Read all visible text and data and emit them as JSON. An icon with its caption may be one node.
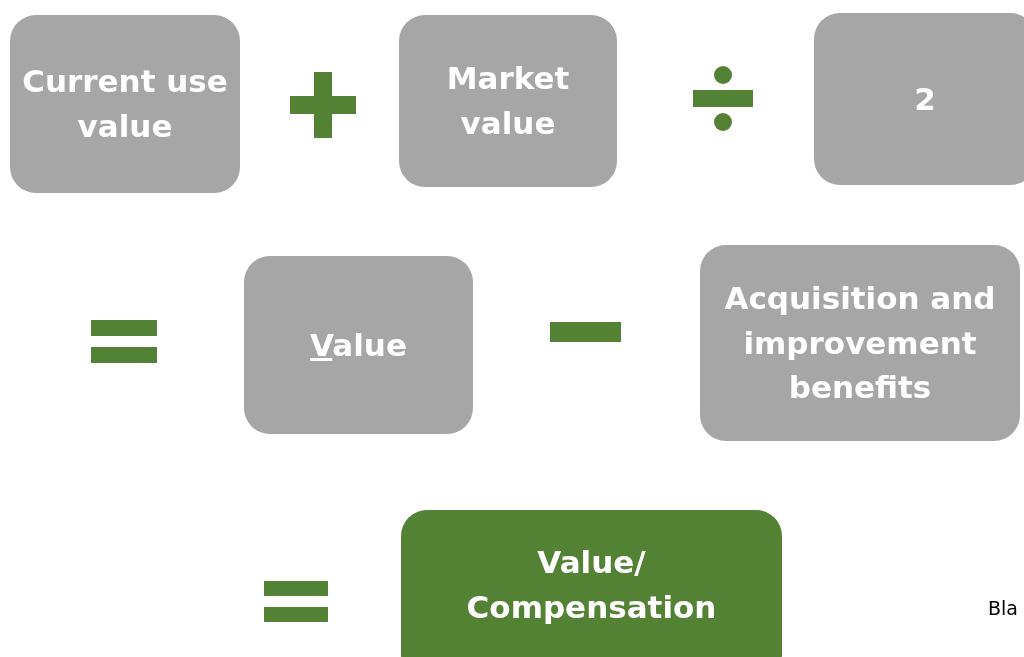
{
  "diagram": {
    "nodes": [
      {
        "text": [
          "Current use value"
        ]
      },
      {
        "text": [
          "Market value"
        ]
      },
      {
        "text": [
          "2"
        ]
      },
      {
        "text": [
          "Value"
        ]
      },
      {
        "text": [
          "Acquisition and improvement benefits"
        ]
      },
      {
        "text": [
          "Value/ Compensation"
        ]
      }
    ],
    "labels": [
      "Bla"
    ]
  }
}
